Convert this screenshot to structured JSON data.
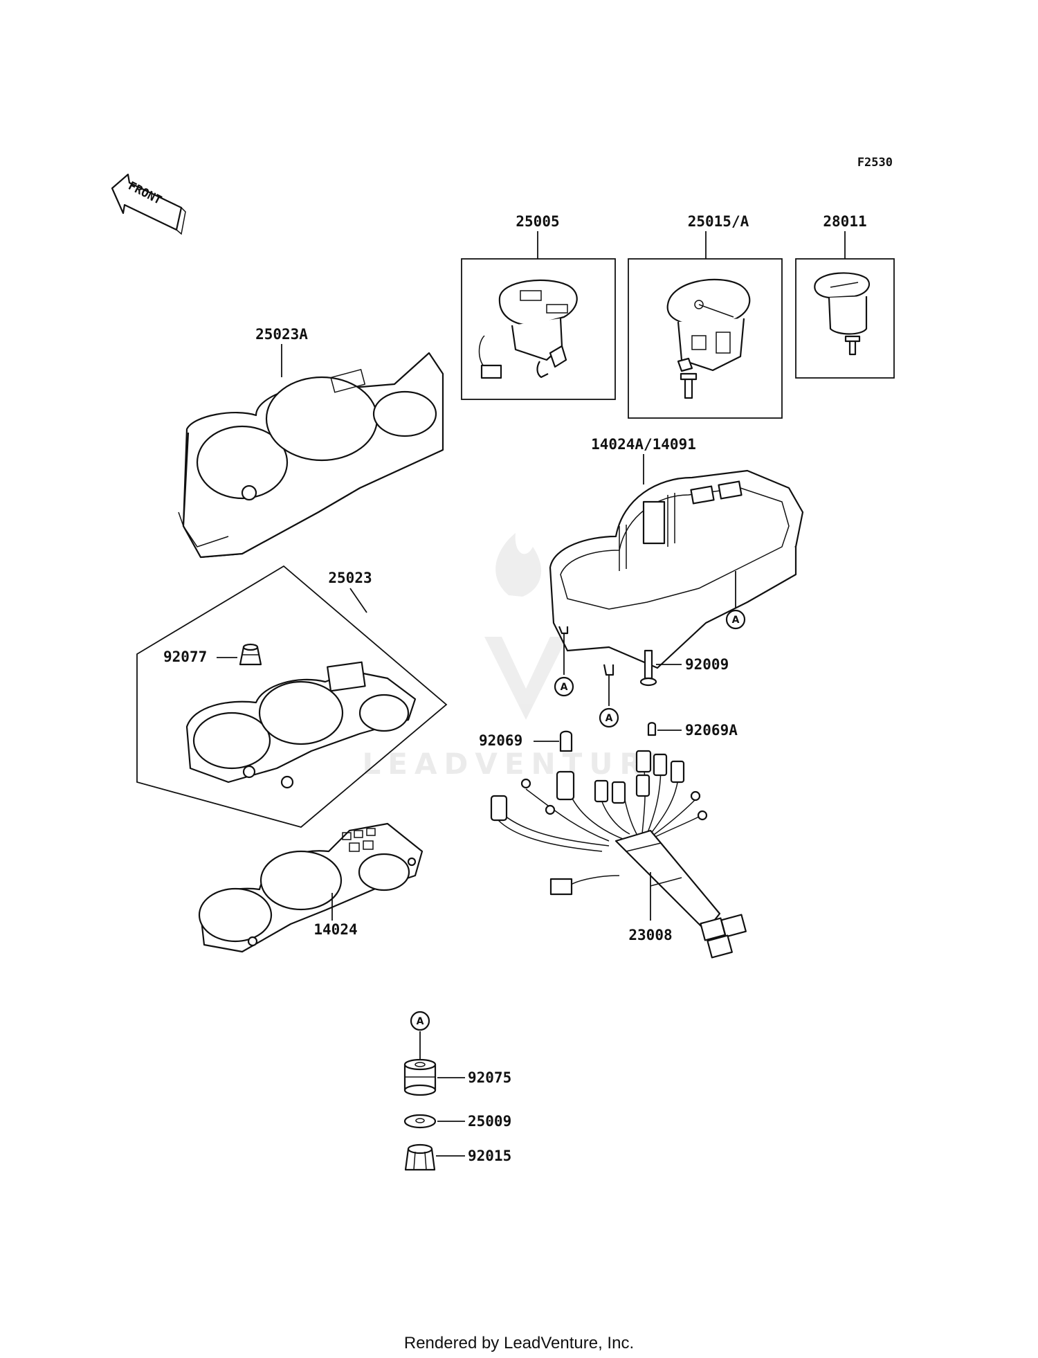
{
  "figure_ref": "F2530",
  "front_label": "FRONT",
  "footer": "Rendered by LeadVenture, Inc.",
  "watermark": "LEADVENTURE",
  "callout_marker": "A",
  "parts": {
    "p25005": "25005",
    "p25015a": "25015/A",
    "p28011": "28011",
    "p25023a": "25023A",
    "p14024a": "14024A/14091",
    "p25023": "25023",
    "p92077": "92077",
    "p92009": "92009",
    "p92069": "92069",
    "p92069a": "92069A",
    "p14024": "14024",
    "p23008": "23008",
    "p92075": "92075",
    "p25009": "25009",
    "p92015": "92015"
  }
}
